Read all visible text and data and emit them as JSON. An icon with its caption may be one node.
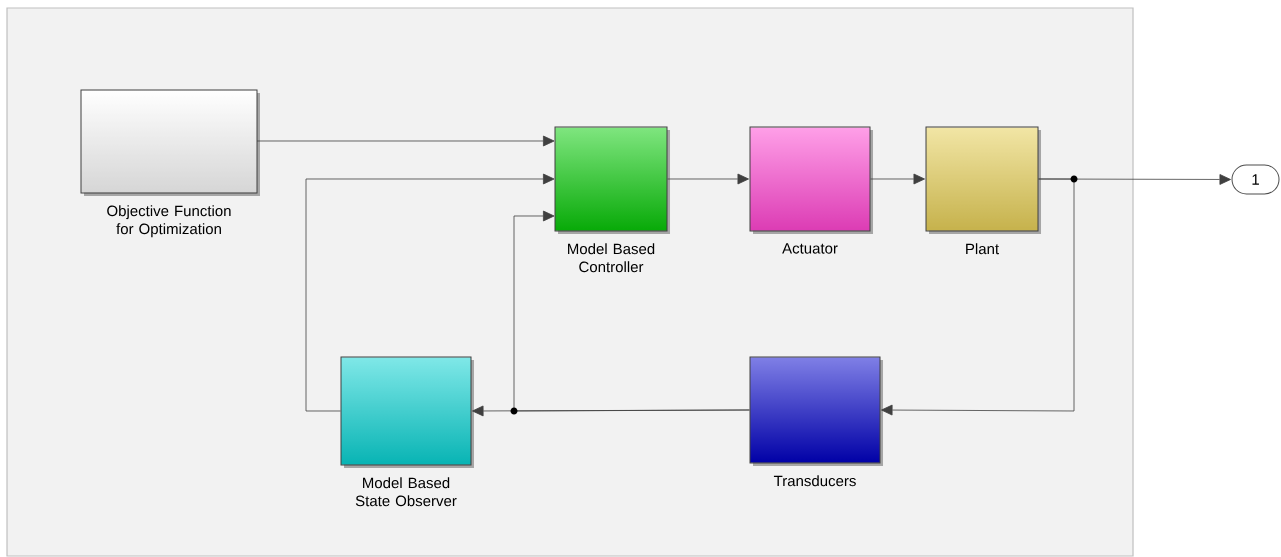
{
  "diagram": {
    "nodes": [
      {
        "text": [],
        "shape": "box"
      },
      {
        "text": [
          "Objective Function for Optimization"
        ],
        "in": 0
      },
      {
        "text": [
          "Model Based Controller"
        ],
        "in": 0
      },
      {
        "text": [
          "Actuator"
        ],
        "in": 0
      },
      {
        "text": [
          "Plant"
        ],
        "in": 0
      },
      {
        "text": [
          "Model Based State Observer"
        ],
        "in": 0
      },
      {
        "text": [
          "Transducers"
        ],
        "in": 0
      },
      {
        "text": [
          "1"
        ]
      }
    ],
    "edges": [
      {
        "from": 1,
        "to": 2,
        "arrow": "to"
      },
      {
        "from": 5,
        "to": 2,
        "arrow": "to"
      },
      {
        "from": 6,
        "to": 2,
        "arrow": "to"
      },
      {
        "from": 2,
        "to": 3,
        "arrow": "to"
      },
      {
        "from": 3,
        "to": 4,
        "arrow": "to"
      },
      {
        "from": 4,
        "to": 7,
        "arrow": "to"
      },
      {
        "from": 4,
        "to": 6,
        "arrow": "to"
      },
      {
        "from": 6,
        "to": 5,
        "arrow": "to"
      }
    ]
  }
}
